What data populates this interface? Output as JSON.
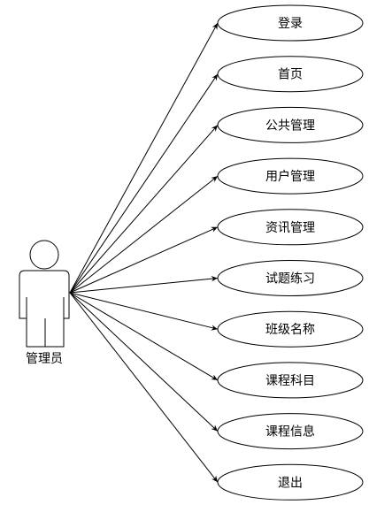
{
  "actor": {
    "label": "管理员"
  },
  "use_cases": [
    {
      "label": "登录"
    },
    {
      "label": "首页"
    },
    {
      "label": "公共管理"
    },
    {
      "label": "用户管理"
    },
    {
      "label": "资讯管理"
    },
    {
      "label": "试题练习"
    },
    {
      "label": "班级名称"
    },
    {
      "label": "课程科目"
    },
    {
      "label": "课程信息"
    },
    {
      "label": "退出"
    }
  ]
}
